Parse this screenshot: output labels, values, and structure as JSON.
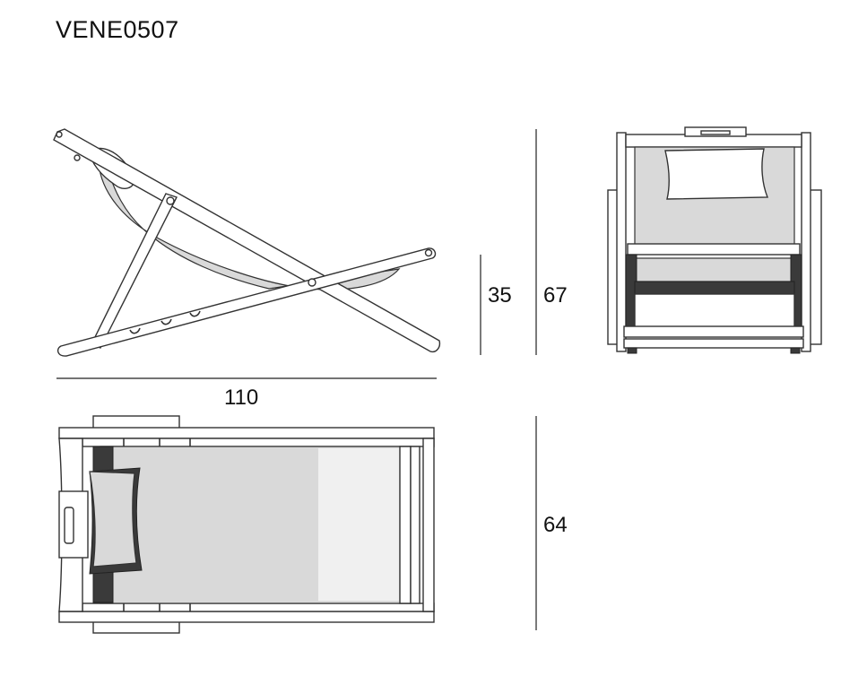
{
  "product_code": "VENE0507",
  "dimensions": {
    "length": "110",
    "seat_height": "35",
    "total_height": "67",
    "width": "64"
  },
  "colors": {
    "fabric": "#d9d9d9",
    "dark_strap": "#3a3a3a",
    "line": "#333333"
  }
}
